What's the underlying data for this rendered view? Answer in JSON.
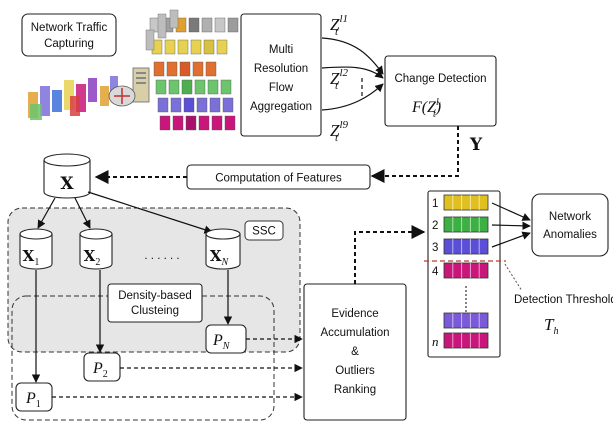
{
  "labels": {
    "capture": [
      "Network Traffic",
      "Capturing"
    ],
    "aggregation": [
      "Multi",
      "Resolution",
      "Flow",
      "Aggregation"
    ],
    "change_detection": "Change Detection",
    "change_formula": {
      "base": "F(Z",
      "sub": "t",
      "sup": "l",
      "supsub": "i",
      "close": ")"
    },
    "Y": "Y",
    "computation": "Computation of Features",
    "X": "X",
    "X_parts": [
      {
        "base": "X",
        "sub": "1"
      },
      {
        "base": "X",
        "sub": "2"
      },
      {
        "base": "X",
        "sub": "N"
      }
    ],
    "ellipsis": ". . . . . .",
    "ssc": "SSC",
    "density": [
      "Density-based",
      "Clusteing"
    ],
    "P_parts": [
      {
        "base": "P",
        "sub": "1"
      },
      {
        "base": "P",
        "sub": "2"
      },
      {
        "base": "P",
        "sub": "N"
      }
    ],
    "evidence": [
      "Evidence",
      "Accumulation",
      "&",
      "Outliers",
      "Ranking"
    ],
    "network_anomalies": [
      "Network",
      "Anomalies"
    ],
    "detection_threshold": "Detection Threshold",
    "threshold_symbol": {
      "base": "T",
      "sub": "h"
    },
    "z_labels": [
      {
        "base": "Z",
        "sub": "t",
        "sup": "l1"
      },
      {
        "base": "Z",
        "sub": "t",
        "sup": "l2"
      },
      {
        "base": "Z",
        "sub": "t",
        "sup": "l9"
      }
    ],
    "ranking_indices": [
      "1",
      "2",
      "3",
      "4",
      "n"
    ]
  },
  "colors": {
    "ranking_rows": [
      "#e0c020",
      "#3cb043",
      "#5a4fd6",
      "#c8167a",
      "#7a5ad8",
      "#c8167a"
    ],
    "ssc_fill": "#e6e6e6",
    "flow_palette": [
      "#e0a030",
      "#e6d250",
      "#6cc46c",
      "#7b6fd8",
      "#c8167a",
      "#d84040",
      "#3d6fd8",
      "#8a3cc0"
    ]
  }
}
